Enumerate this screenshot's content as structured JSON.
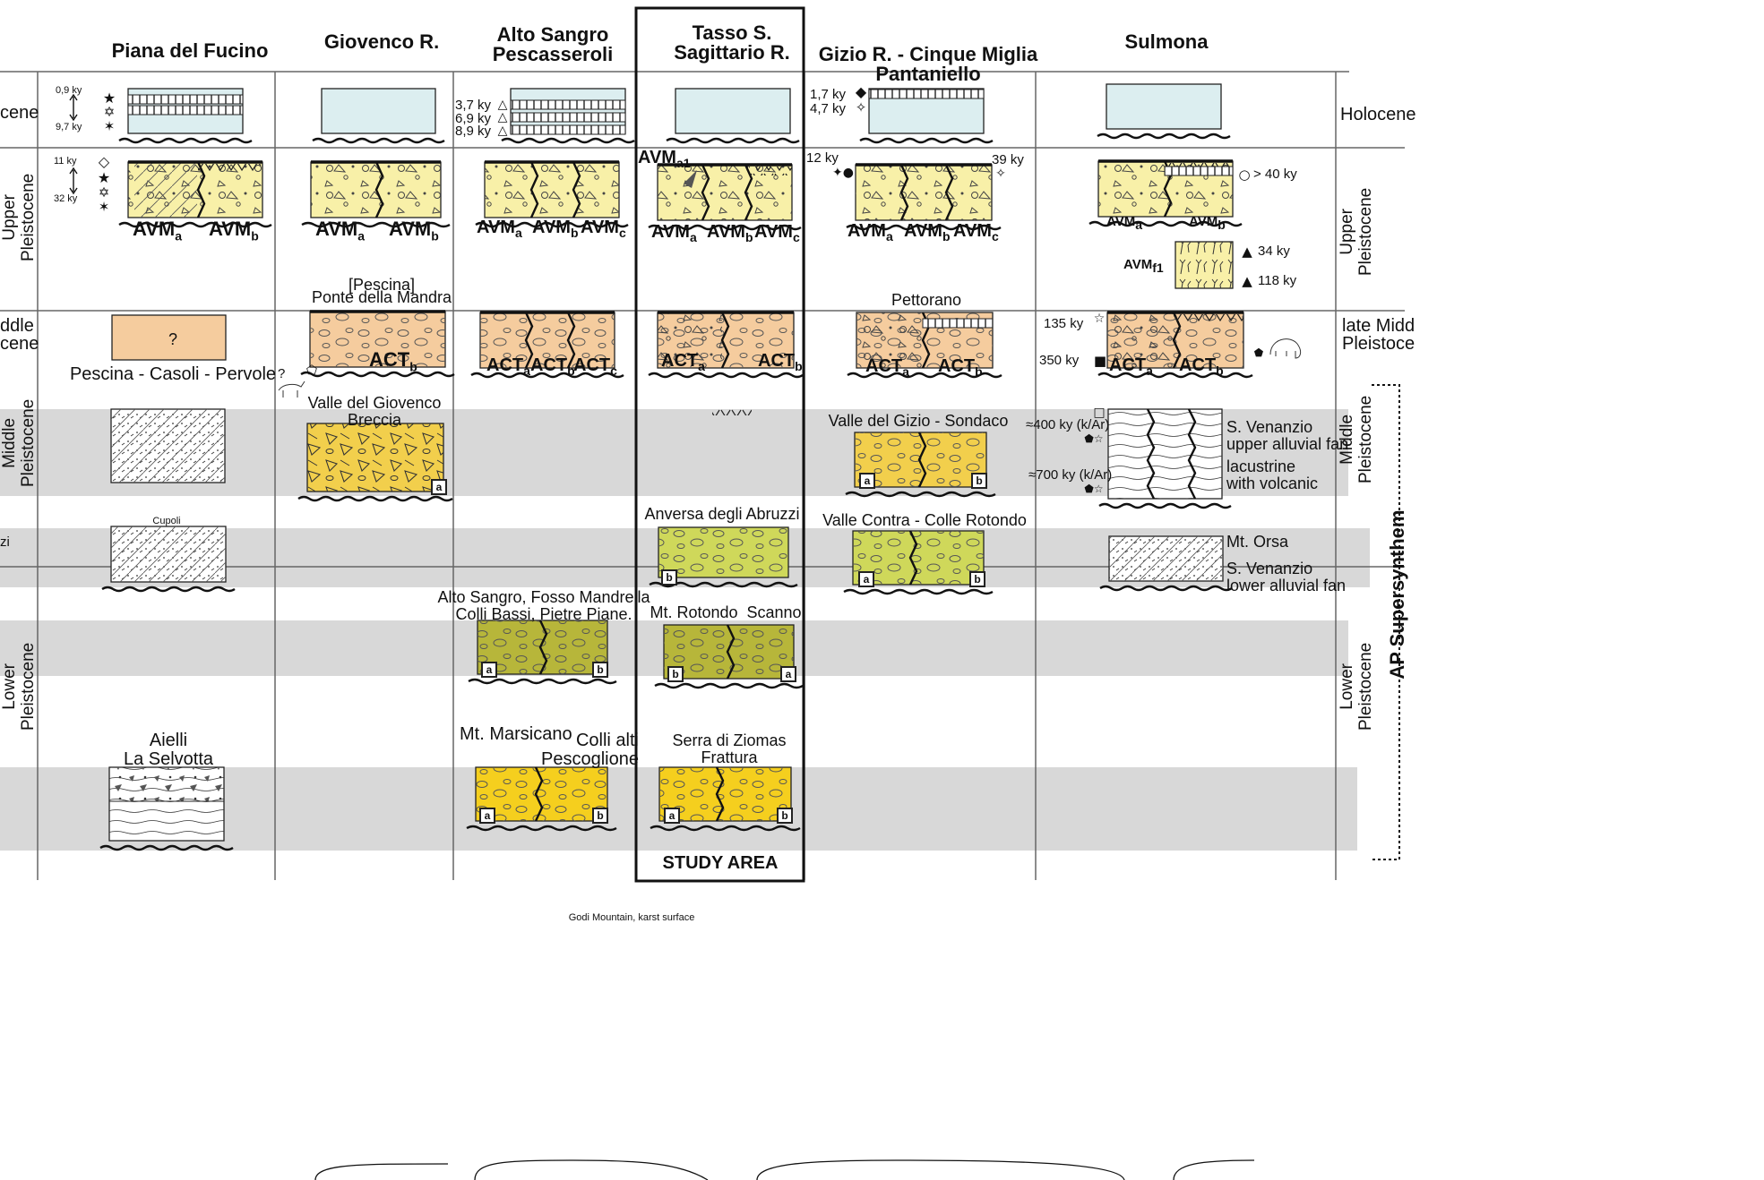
{
  "columns": [
    {
      "name": "Piana del Fucino"
    },
    {
      "name": "Giovenco R."
    },
    {
      "name": "Alto Sangro\nPescasseroli"
    },
    {
      "name": "Tasso S.\nSagittario R."
    },
    {
      "name": "Gizio R. - Cinque Miglia\nPantaniello"
    },
    {
      "name": "Sulmona"
    }
  ],
  "left_periods": {
    "holocene": "cene",
    "upper": "Upper\nPleistocene",
    "late_middle": "ddle\ncene",
    "middle": "Middle\nPleistocene",
    "zi": "zi",
    "lower": "Lower\nPleistocene"
  },
  "right_periods": {
    "holocene": "Holocene",
    "upper": "Upper\nPleistocene",
    "late_middle": "late Midd\nPleistoce",
    "middle": "Middle\nPleistocene",
    "lower": "Lower\nPleistocene",
    "supersynthem": "AP Supersynthem"
  },
  "ages": {
    "fucino_09": "0,9 ky",
    "fucino_97": "9,7 ky",
    "fucino_11": "11 ky",
    "fucino_32": "32 ky",
    "sangro_37": "3,7 ky",
    "sangro_69": "6,9 ky",
    "sangro_89": "8,9 ky",
    "gizio_17": "1,7 ky",
    "gizio_47": "4,7 ky",
    "gizio_12": "12 ky",
    "gizio_39": "39 ky",
    "sulmona_40": "> 40 ky",
    "sulmona_34": "34 ky",
    "sulmona_118": "118 ky",
    "sulmona_135": "135 ky",
    "sulmona_350": "350 ky",
    "sulmona_400": "≈400 ky (k/Ar)",
    "sulmona_700": "≈700 ky (k/Ar)"
  },
  "units": {
    "avm": "AVM",
    "act": "ACT",
    "a": "a",
    "b": "b",
    "c": "c",
    "a1": "a1",
    "f1": "f1",
    "question": "?"
  },
  "places": {
    "pescina_bracket": "[Pescina]",
    "ponte_mandra": "Ponte della Mandra",
    "pettorano": "Pettorano",
    "pescina_casoli": "Pescina - Casoli - Pervole",
    "question_small": "?",
    "valle_giovenco": "Valle del Giovenco\nBreccia",
    "valle_gizio": "Valle del Gizio - Sondaco",
    "s_venanzio_upper": "S. Venanzio\nupper alluvial fan",
    "lacustrine": "lacustrine\nwith volcanic",
    "cupoli": "Cupoli",
    "anversa": "Anversa degli Abruzzi",
    "valle_contra": "Valle Contra - Colle Rotondo",
    "mt_orsa": "Mt. Orsa",
    "s_venanzio_lower": "S. Venanzio\nlower alluvial fan",
    "alto_sangro_fosso": "Alto Sangro, Fosso Mandrella\nColli Bassi, Pietre Piane.",
    "mt_rotondo": "Mt. Rotondo  Scanno",
    "aielli": "Aielli\nLa Selvotta",
    "mt_marsicano": "Mt. Marsicano",
    "colli_alti": "Colli alti\nPescoglione",
    "serra_ziomas": "Serra di Ziomas\nFrattura",
    "study_area": "STUDY AREA",
    "godi": "Godi Mountain, karst surface"
  },
  "colors": {
    "holocene_fill": "#dceef0",
    "upper_fill": "#f8f0a8",
    "late_middle_fill": "#f5cc9e",
    "middle_fill": "#f2cf4c",
    "lower_fill": "#cfd85a",
    "olive_fill": "#b7b63a",
    "basal_fill": "#f5cf1e",
    "band": "#d8d8d8"
  }
}
